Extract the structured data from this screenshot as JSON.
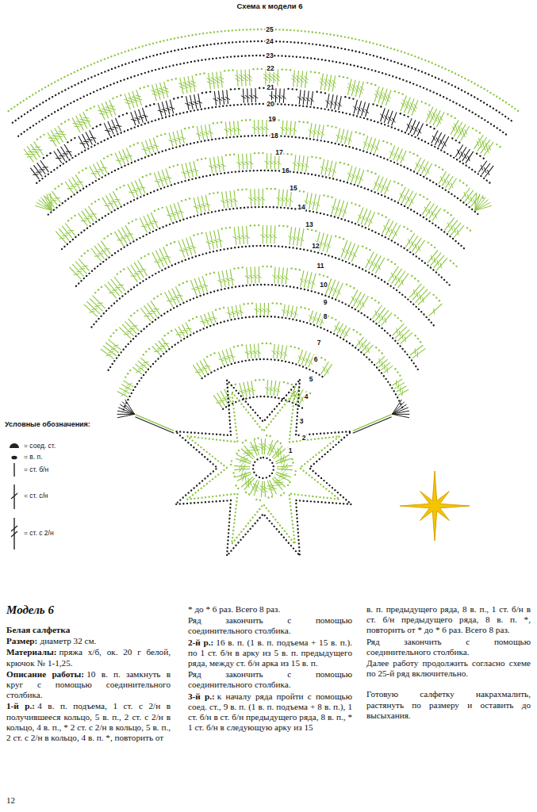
{
  "diagram": {
    "title": "Схема к модели 6",
    "labels": [
      "25",
      "24",
      "23",
      "22",
      "21",
      "20",
      "19",
      "18",
      "17",
      "16",
      "15",
      "14",
      "13",
      "12",
      "11",
      "10",
      "9",
      "8",
      "7",
      "6",
      "5",
      "4",
      "3",
      "2",
      "1",
      "Условные обозначения:",
      "Модель 6",
      "Белая салфетка",
      "Размер:",
      "диаметр 32 см.",
      "Материалы:",
      "пряжа х/б, ок. 20 г белой, крючок № 1-1,25.",
      "Описание работы:",
      "10 в. п. замкнуть в круг с помощью соединительного столбика.",
      "1-й р.:",
      "4 в. п. подъема, 1 ст. с 2/н в получившееся кольцо, 5 в. п., 2 ст. с 2/н в кольцо, 4 в. п., * 2 ст. с 2/н в кольцо, 5 в. п., 2 ст. с 2/н в кольцо, 4 в. п. *, повторить от",
      "* до * 6 раз. Всего 8 раз.",
      "Ряд закончить с помощью соединительного столбика.",
      "2-й р.:",
      "16 в. п. (1 в. п. подъема + 15 в. п.). по 1 ст. б/н в арку из 5 в. п. предыдущего ряда, между ст. б/н арка из 15 в. п.",
      "Ряд закончить с помощью соединительного столбика.",
      "3-й р.:",
      "к началу ряда пройти с помощью соед. ст., 9 в. п. (1 в. п. подъема + 8 в. п.), 1 ст. б/н в ст. б/н предыдущего ряда, 8 в. п., * 1 ст. б/н в следующую арку из 15",
      "в. п. предыдущего ряда, 8 в. п., 1 ст. б/н в ст. б/н предыдущего ряда, 8 в. п. *, повторить от * до * 6 раз. Всего 8 раз.",
      "Ряд закончить с помощью соединительного столбика.",
      "Далее работу продолжить согласно схеме по 25-й ряд включительно.",
      "Готовую салфетку накрахмалить, растянуть по размеру и оставить до высыхания.",
      "12"
    ],
    "legend": [
      {
        "text": "= соед. ст."
      },
      {
        "text": "= в. п."
      },
      {
        "text": "= ст. б/н"
      },
      {
        "text": "= ст. с/н"
      },
      {
        "text": "= ст. с 2/н"
      }
    ]
  }
}
